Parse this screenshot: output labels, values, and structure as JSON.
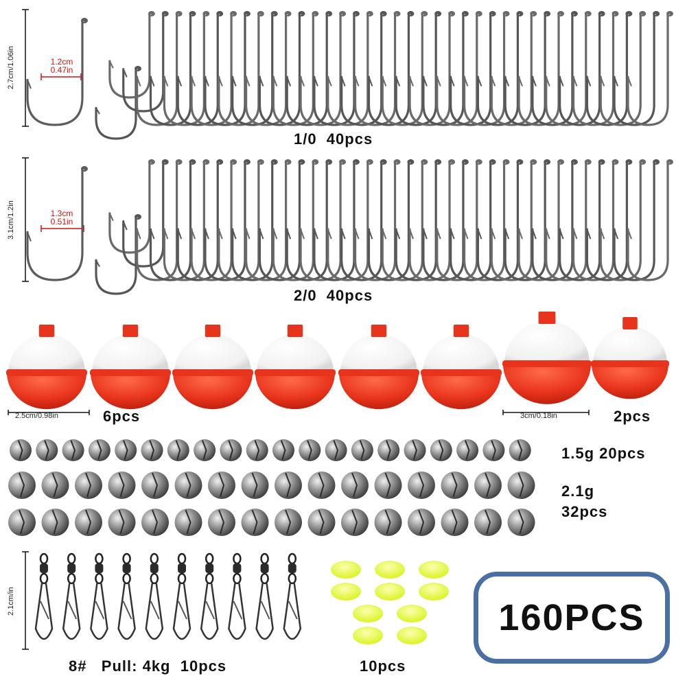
{
  "hooks_1_0": {
    "label": "1/0  40pcs",
    "height_label": "2.7cm/1.06in",
    "gap_cm": "1.2cm",
    "gap_in": "0.47in",
    "count": 40
  },
  "hooks_2_0": {
    "label": "2/0  40pcs",
    "height_label": "3.1cm/1.2in",
    "gap_cm": "1.3cm",
    "gap_in": "0.51in",
    "count": 40
  },
  "floats_small": {
    "label": "6pcs",
    "size_label": "2.5cm/0.98in",
    "count": 6
  },
  "floats_large": {
    "label": "2pcs",
    "size_label": "3cm/0.18in",
    "count": 2
  },
  "sinkers_small": {
    "label": "1.5g 20pcs",
    "count": 20
  },
  "sinkers_large": {
    "label_line1": "2.1g",
    "label_line2": "32pcs",
    "count": 32
  },
  "swivels": {
    "label": "8#   Pull: 4kg  10pcs",
    "height_label": "2.1cm/in",
    "count": 10
  },
  "beads": {
    "label": "10pcs",
    "count": 10,
    "color": "#e8ff3a"
  },
  "badge": {
    "text": "160PCS",
    "border_color": "#4a6fa5"
  },
  "colors": {
    "float_red": "#e8341c",
    "float_white": "#f7f7f7",
    "metal": "#6e6e6e"
  }
}
